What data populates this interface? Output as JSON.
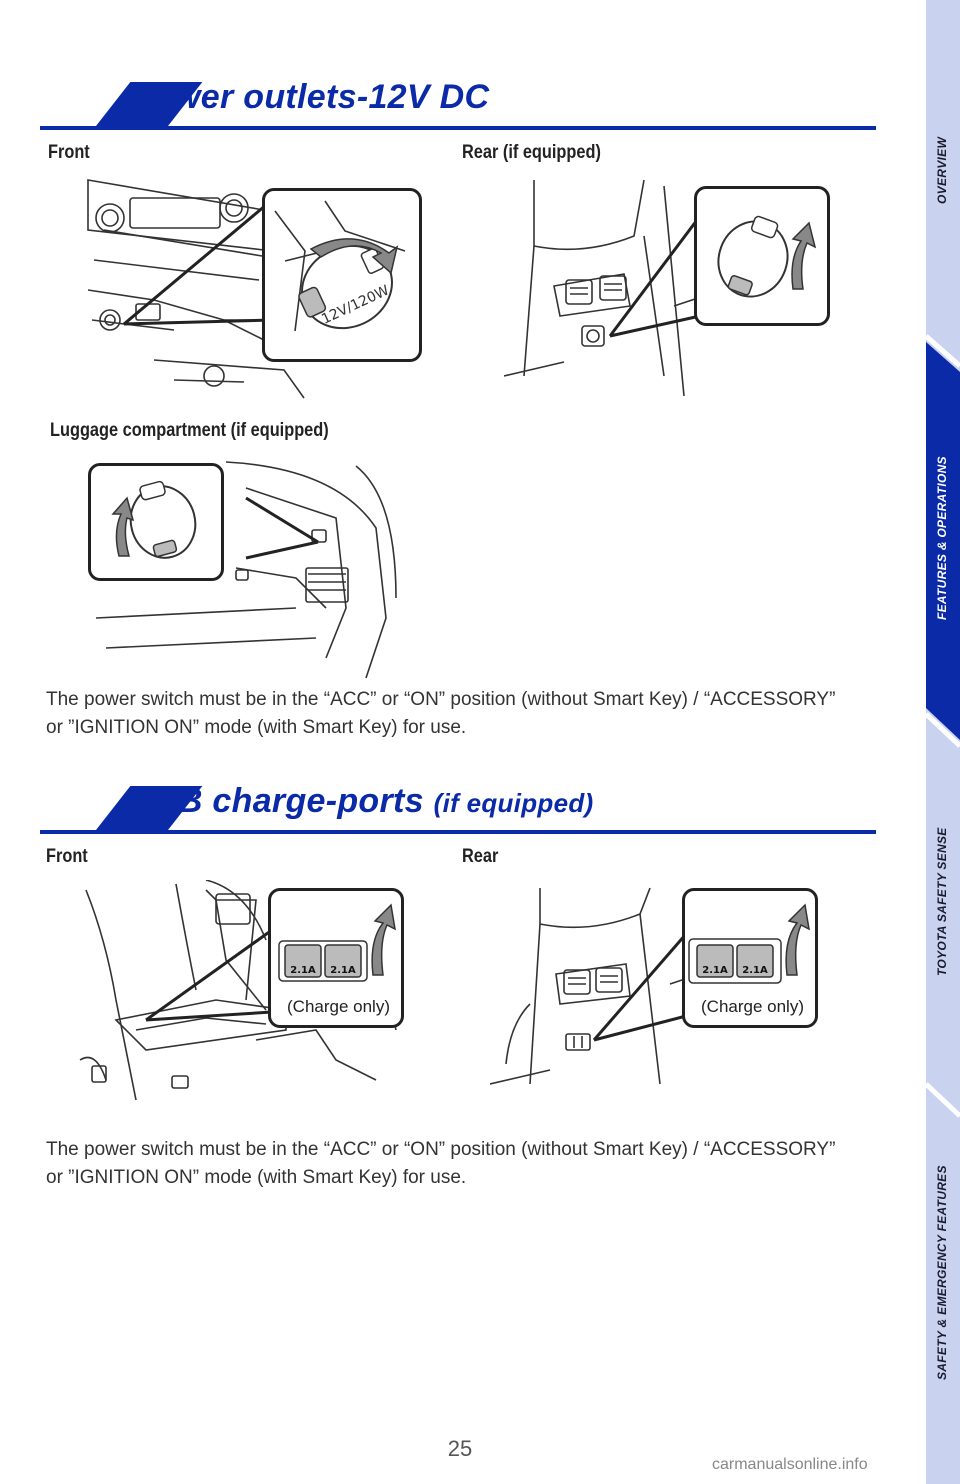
{
  "sections": [
    {
      "title": "Power outlets-12V DC",
      "subtitle": "",
      "labels": {
        "front": "Front",
        "rear": "Rear (if equipped)",
        "luggage": "Luggage compartment (if equipped)"
      },
      "outlet_text": "12V/120W",
      "body": "The power switch must be in the “ACC” or “ON” position (without Smart Key) / “ACCESSORY” or ”IGNITION ON” mode (with Smart Key) for use."
    },
    {
      "title": "USB charge-ports",
      "subtitle": "(if equipped)",
      "labels": {
        "front": "Front",
        "rear": "Rear"
      },
      "charge_label": "(Charge only)",
      "port_rating": "2.1A",
      "body": "The power switch must be in the “ACC” or “ON” position (without Smart Key) / “ACCESSORY” or ”IGNITION ON” mode (with Smart Key) for use."
    }
  ],
  "page_number": "25",
  "watermark": "carmanualsonline.info",
  "side_tabs": [
    {
      "label": "OVERVIEW",
      "active": false
    },
    {
      "label": "FEATURES & OPERATIONS",
      "active": true
    },
    {
      "label": "TOYOTA SAFETY SENSE",
      "active": false
    },
    {
      "label": "SAFETY & EMERGENCY FEATURES",
      "active": false
    }
  ],
  "colors": {
    "brand_blue": "#0a2aa8",
    "tab_inactive": "#c9d2ee",
    "tab_active": "#0a2aa8"
  }
}
